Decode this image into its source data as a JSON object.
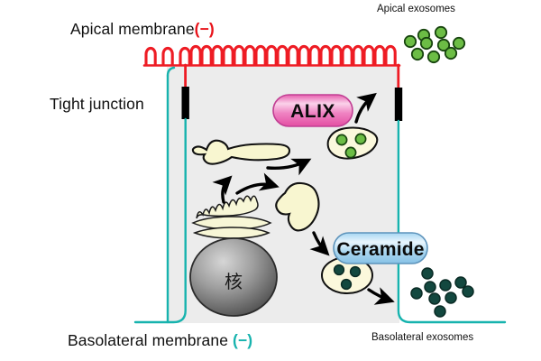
{
  "figure": {
    "title_present": false,
    "background_color": "#ffffff",
    "cytoplasm_color": "#ececec",
    "labels": {
      "apical_membrane": "Apical membrane",
      "apical_membrane_sign": "(−)",
      "apical_membrane_sign_color": "#e8131a",
      "tight_junction": "Tight junction",
      "basolateral_membrane": "Basolateral membrane ",
      "basolateral_membrane_sign": "(−)",
      "basolateral_membrane_sign_color": "#17b3ae",
      "apical_exosomes": "Apical exosomes",
      "basolateral_exosomes": "Basolateral exosomes"
    },
    "badges": {
      "alix": {
        "label": "ALIX",
        "fill_color": "#ef7fc0",
        "highlight_color": "#fbd9ec",
        "border_color": "#b5348a"
      },
      "ceramide": {
        "label": "Ceramide",
        "fill_color": "#9fd2f0",
        "highlight_color": "#e3f2fb",
        "border_color": "#4a7fa8"
      }
    },
    "organelles": {
      "nucleus_label": "核",
      "nucleus_fill_light": "#c9c9c9",
      "nucleus_fill_dark": "#4f4f4f",
      "golgi_fill": "#f7f6d6",
      "er_fill": "#f8f6d0",
      "mvb_fill": "#fbf8dc"
    },
    "membranes": {
      "apical_color": "#ee1c24",
      "basolateral_color": "#17b3ae",
      "tight_junction_color": "#000000",
      "microvilli_count": 27
    },
    "exosomes": {
      "apical_color": "#5cb23a",
      "apical_stroke": "#18450f",
      "apical_count": 9,
      "basolateral_color": "#13483f",
      "basolateral_stroke": "#0a2b25",
      "basolateral_count": 9
    }
  }
}
